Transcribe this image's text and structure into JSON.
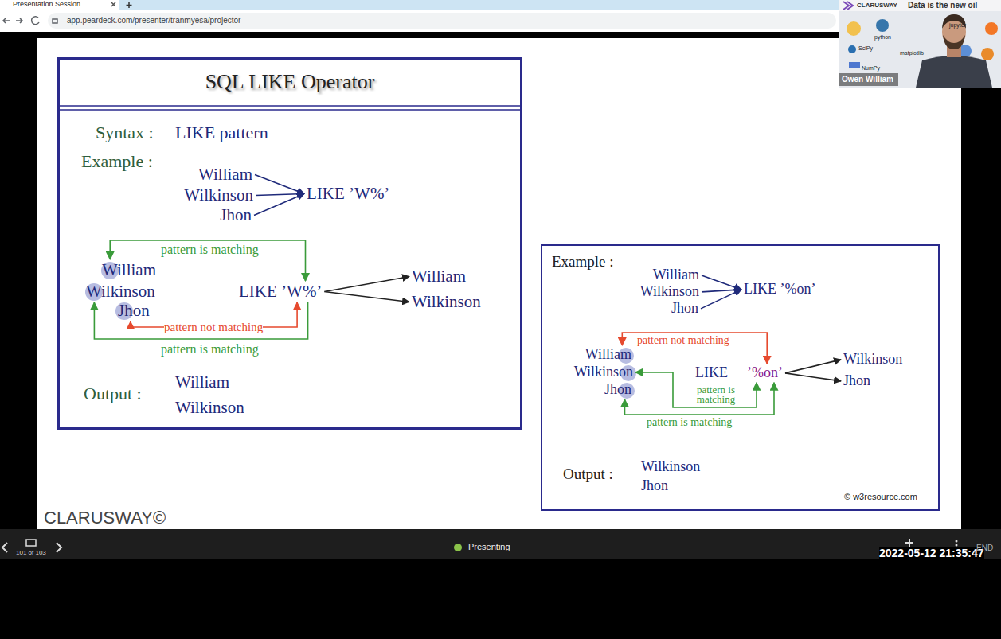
{
  "diagram": {
    "nodes": [
      {
        "text": [
          "SQL LIKE Operator"
        ]
      },
      {
        "text": [
          "William"
        ],
        "in": 0
      },
      {
        "text": [
          "Wilkinson"
        ],
        "in": 0
      },
      {
        "text": [
          "Jhon"
        ],
        "in": 0
      },
      {
        "text": [
          "LIKE ’W%’"
        ],
        "in": 0
      },
      {
        "text": [
          "William"
        ],
        "in": 0
      },
      {
        "text": [
          "Wilkinson"
        ],
        "in": 0
      },
      {
        "text": [
          "Jhon"
        ],
        "in": 0
      },
      {
        "text": [
          "LIKE ’W%’"
        ],
        "in": 0
      },
      {
        "text": [
          "William"
        ],
        "in": 0
      },
      {
        "text": [
          "Wilkinson"
        ],
        "in": 0
      },
      {
        "text": [
          "Example :"
        ]
      },
      {
        "text": [
          "William"
        ],
        "in": 11
      },
      {
        "text": [
          "Wilkinson"
        ],
        "in": 11
      },
      {
        "text": [
          "Jhon"
        ],
        "in": 11
      },
      {
        "text": [
          "LIKE ’%on’"
        ],
        "in": 11
      },
      {
        "text": [
          "William"
        ],
        "in": 11
      },
      {
        "text": [
          "Wilkinson"
        ],
        "in": 11
      },
      {
        "text": [
          "Jhon"
        ],
        "in": 11
      },
      {
        "text": [
          "LIKE",
          "’%on’"
        ],
        "in": 11
      },
      {
        "text": [
          "Wilkinson"
        ],
        "in": 11
      },
      {
        "text": [
          "Jhon"
        ],
        "in": 11
      }
    ],
    "edges": [
      {
        "from": 1,
        "to": 4,
        "arrow": "to"
      },
      {
        "from": 2,
        "to": 4,
        "arrow": "to"
      },
      {
        "from": 3,
        "to": 4,
        "arrow": "to"
      },
      {
        "from": 5,
        "to": 8,
        "label": "pattern is matching",
        "arrow": "both"
      },
      {
        "from": 8,
        "to": 6,
        "label": "pattern is matching",
        "arrow": "to"
      },
      {
        "from": 7,
        "to": 8,
        "label": "pattern not matching",
        "arrow": "both"
      },
      {
        "from": 8,
        "to": 9,
        "arrow": "to"
      },
      {
        "from": 8,
        "to": 10,
        "arrow": "to"
      },
      {
        "from": 12,
        "to": 15,
        "arrow": "to"
      },
      {
        "from": 13,
        "to": 15,
        "arrow": "to"
      },
      {
        "from": 14,
        "to": 15,
        "arrow": "to"
      },
      {
        "from": 16,
        "to": 19,
        "label": "pattern not matching",
        "arrow": "both"
      },
      {
        "from": 17,
        "to": 19,
        "label": "pattern is matching",
        "arrow": "both"
      },
      {
        "from": 18,
        "to": 19,
        "label": "pattern is matching",
        "arrow": "both"
      },
      {
        "from": 19,
        "to": 20,
        "arrow": "to"
      },
      {
        "from": 19,
        "to": 21,
        "arrow": "to"
      }
    ],
    "labels": [
      "Presentation Session",
      "app.peardeck.com/presenter/tranmyesa/projector",
      "CLARUSWAY",
      "Data is the new oil",
      "python",
      "jupyter",
      "SciPy",
      "matplotlib",
      "NumPy",
      "Owen William",
      "Syntax :",
      "LIKE pattern",
      "Example :",
      "Output :",
      "William",
      "Wilkinson",
      "Output :",
      "Wilkinson",
      "Jhon",
      "© w3resource.com",
      "CLARUSWAY©",
      "101 of 103",
      "Presenting",
      "2022-05-12 21:35:47",
      "END"
    ]
  }
}
